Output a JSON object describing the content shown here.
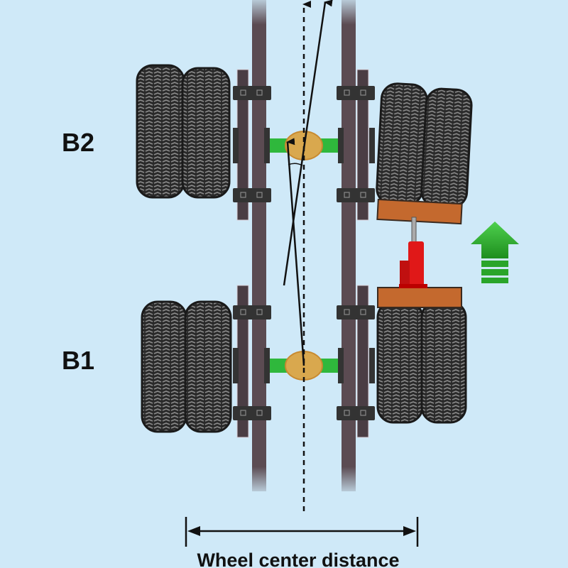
{
  "axles": [
    {
      "label": "B2"
    },
    {
      "label": "B1"
    }
  ],
  "dimension": {
    "label": "Wheel center distance"
  },
  "colors": {
    "background": "#cfe9f8",
    "frame": "#5b4b52",
    "axle": "#2fb83c",
    "differential": "#d9a84e",
    "plank": "#c4692e",
    "jack": "#e01818",
    "lift_arrow": "#2aa52a"
  },
  "icons": [
    "tire-icon",
    "bottle-jack-icon",
    "up-arrow-icon"
  ]
}
